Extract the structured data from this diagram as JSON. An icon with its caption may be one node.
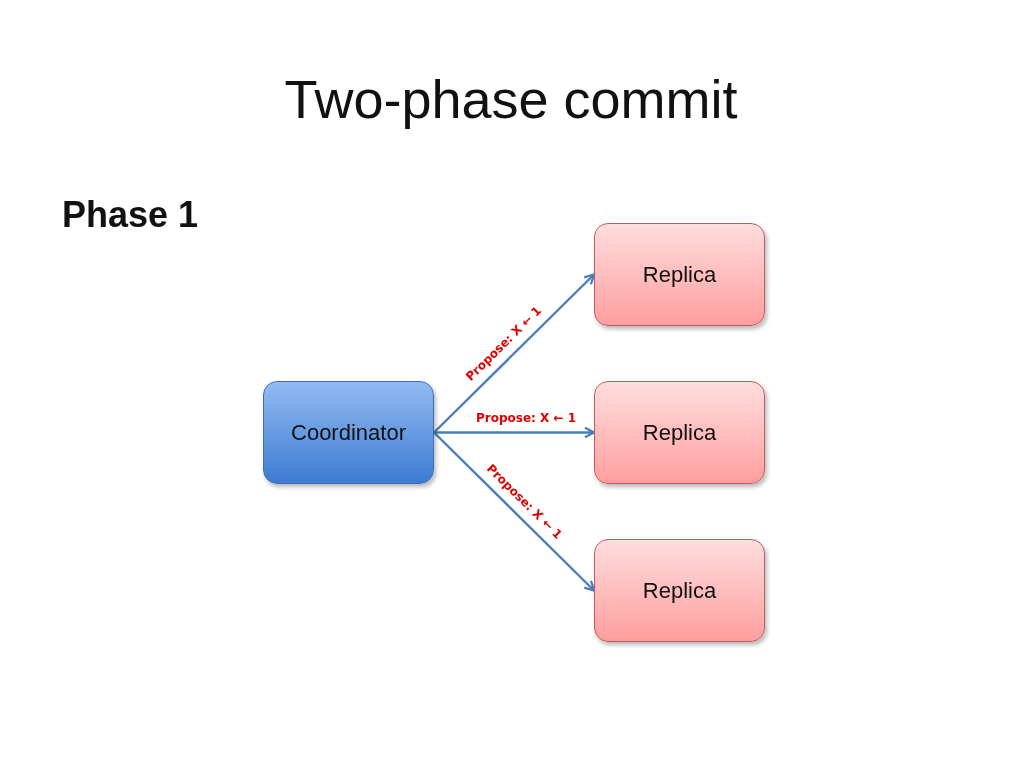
{
  "diagram": {
    "title": "Two-phase commit",
    "nodes": [
      {
        "text": [
          "Coordinator"
        ]
      },
      {
        "text": [
          "Replica"
        ]
      },
      {
        "text": [
          "Replica"
        ]
      },
      {
        "text": [
          "Replica"
        ]
      }
    ],
    "edges": [
      {
        "from": 0,
        "to": 1,
        "arrow": "to",
        "label": "Propose: X ← 1"
      },
      {
        "from": 0,
        "to": 2,
        "arrow": "to",
        "label": "Propose: X ← 1"
      },
      {
        "from": 0,
        "to": 3,
        "arrow": "to",
        "label": "Propose: X ← 1"
      }
    ],
    "labels": [
      "Phase 1"
    ]
  }
}
